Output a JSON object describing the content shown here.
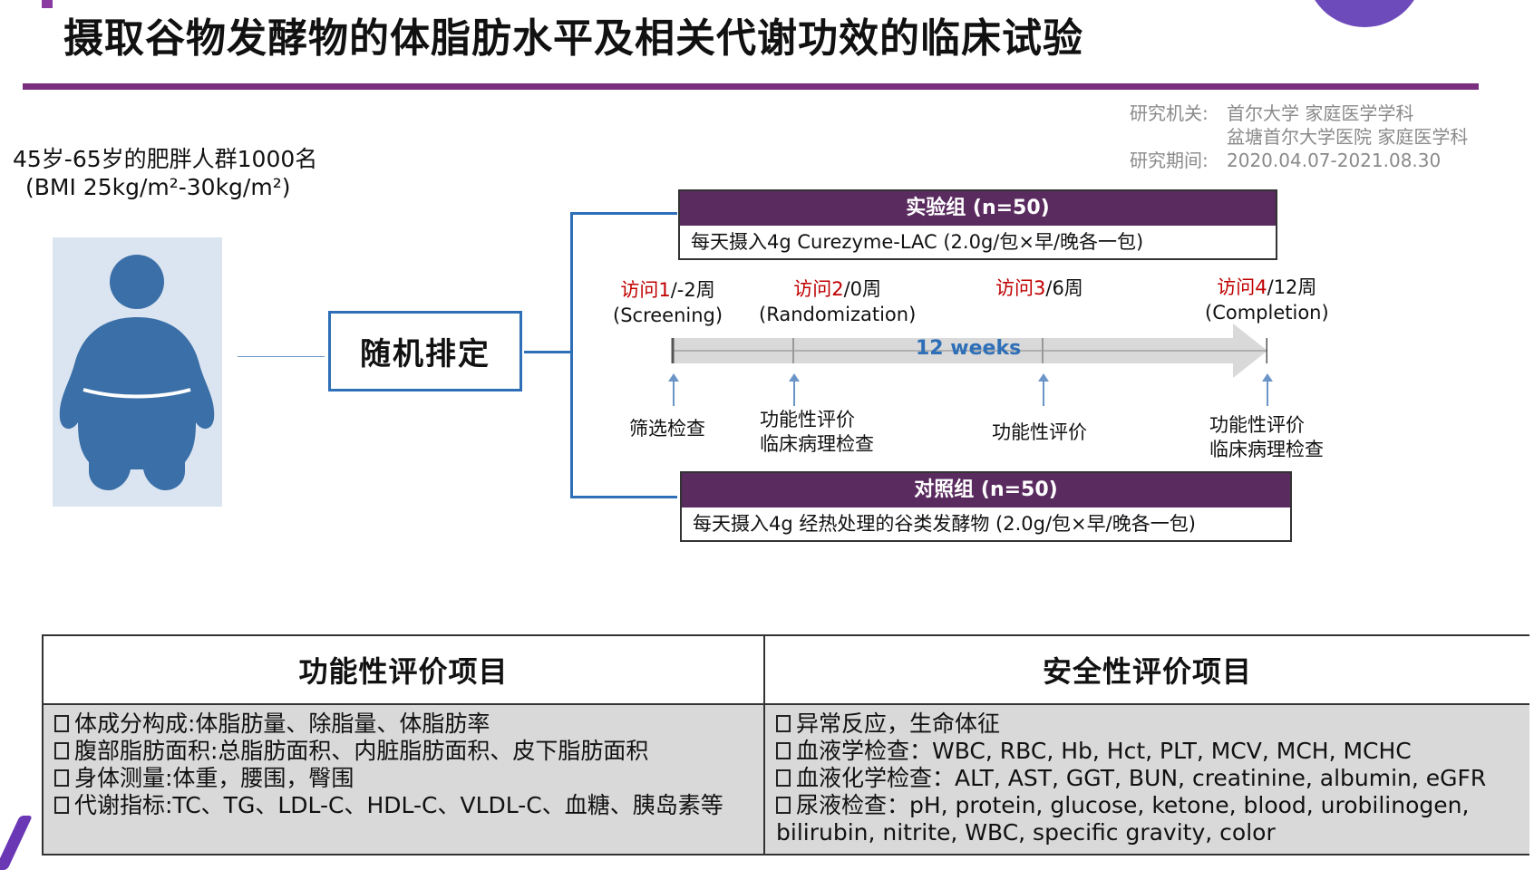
{
  "title": "摄取谷物发酵物的体脂肪水平及相关代谢功效的临床试验",
  "study_info": {
    "institution_label": "研究机关:",
    "institution_1": "首尔大学 家庭医学学科",
    "institution_2": "盆塘首尔大学医院 家庭医学科",
    "period_label": "研究期间:",
    "period": "2020.04.07-2021.08.30"
  },
  "population": {
    "line1": "45岁-65岁的肥胖人群1000名",
    "line2": "(BMI 25kg/m²-30kg/m²)"
  },
  "figure_icon": "person-silhouette-icon",
  "randomize_label": "随机排定",
  "experimental_group": {
    "header": "实验组 (n=50)",
    "body": "每天摄入4g Curezyme-LAC (2.0g/包×早/晚各一包)"
  },
  "control_group": {
    "header": "对照组 (n=50)",
    "body": "每天摄入4g 经热处理的谷类发酵物 (2.0g/包×早/晚各一包)"
  },
  "timeline": {
    "duration_label": "12 weeks",
    "visits": [
      {
        "name": "访问1",
        "week": "/-2周",
        "phase": "(Screening)",
        "activity1": "筛选检查",
        "activity2": ""
      },
      {
        "name": "访问2",
        "week": "/0周",
        "phase": "(Randomization)",
        "activity1": "功能性评价",
        "activity2": "临床病理检查"
      },
      {
        "name": "访问3",
        "week": "/6周",
        "phase": "",
        "activity1": "功能性评价",
        "activity2": ""
      },
      {
        "name": "访问4",
        "week": "/12周",
        "phase": "(Completion)",
        "activity1": "功能性评价",
        "activity2": "临床病理检查"
      }
    ]
  },
  "evaluation": {
    "functional_header": "功能性评价项目",
    "functional_items": [
      "体成分构成:体脂肪量、除脂量、体脂肪率",
      "腹部脂肪面积:总脂肪面积、内脏脂肪面积、皮下脂肪面积",
      "身体测量:体重，腰围，臀围",
      "代谢指标:TC、TG、LDL-C、HDL-C、VLDL-C、血糖、胰岛素等"
    ],
    "safety_header": "安全性评价项目",
    "safety_items": [
      "异常反应，生命体征",
      "血液学检查：WBC, RBC, Hb, Hct, PLT, MCV, MCH, MCHC",
      "血液化学检查：ALT, AST, GGT, BUN, creatinine, albumin, eGFR",
      "尿液检查：pH, protein, glucose, ketone, blood, urobilinogen, bilirubin, nitrite, WBC, specific gravity, color"
    ]
  },
  "colors": {
    "accent_purple": "#7a2e7f",
    "group_header": "#5a2b5f",
    "blue_line": "#2e6fb7",
    "visit_red": "#c00000",
    "figure_blue": "#3b6fa8",
    "table_body_gray": "#d9d9d9"
  }
}
